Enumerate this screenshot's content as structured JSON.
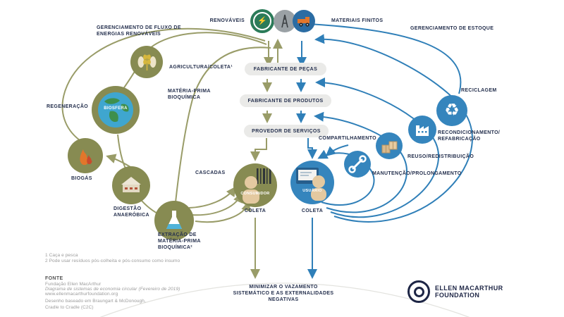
{
  "top": {
    "renewables": "RENOVÁVEIS",
    "finite": "MATERIAIS FINITOS",
    "flow_mgmt": "GERENCIAMENTO DE FLUXO DE ENERGIAS RENOVÁVEIS",
    "stock_mgmt": "GERENCIAMENTO DE ESTOQUE"
  },
  "boxes": {
    "parts": "FABRICANTE DE PEÇAS",
    "products": "FABRICANTE DE PRODUTOS",
    "services": "PROVEDOR DE SERVIÇOS"
  },
  "bio": {
    "agriculture": "AGRICULTURA/COLETA¹",
    "feedstock": "MATÉRIA-PRIMA BIOQUÍMICA",
    "biosphere": "BIOSFERA",
    "regeneration": "REGENERAÇÃO",
    "biogas": "BIOGÁS",
    "digestion": "DIGESTÃO ANAERÓBICA",
    "extraction": "EXTRAÇÃO DE MATÉRIA-PRIMA BIOQUÍMICA²",
    "cascades": "CASCADAS",
    "consumer": "CONSUMIDOR",
    "collection": "COLETA"
  },
  "tech": {
    "user": "USUÁRIO",
    "collection": "COLETA",
    "share": "COMPARTILHAMENTO",
    "maintain": "MANUTENÇÃO/PROLONGAMENTO",
    "reuse": "REUSO/REDISTRIBUIÇÃO",
    "refurbish": "RECONDICIONAMENTO/ REFABRICAÇÃO",
    "recycle": "RECICLAGEM"
  },
  "bottom": {
    "minimise": "MINIMIZAR O VAZAMENTO SISTEMÁTICO E AS EXTERNALIDADES NEGATIVAS"
  },
  "footnotes": {
    "f1": "1 Caça e pesca",
    "f2": "2 Pode usar resíduos pós-colheita e pós-consumo como insumo"
  },
  "source": {
    "heading": "FONTE",
    "org": "Fundação Ellen MacArthur",
    "doc": "Diagrama de sistemas de economia circular (Fevereiro de 2019)",
    "url": "www.ellenmacarthurfoundation.org",
    "credit1": "Desenho baseado em Braungart & McDonough,",
    "credit2": "Cradle to Cradle (C2C)"
  },
  "logo": {
    "name": "ELLEN MACARTHUR",
    "sub": "FOUNDATION"
  },
  "colors": {
    "olive_circle": "#878B52",
    "olive_line": "#999C68",
    "blue_circle": "#3585BD",
    "blue_line": "#2F7FB8",
    "navy_text": "#25304E",
    "box_bg": "#EAEAE8",
    "renewables_green": "#2B7B59",
    "finite_gray": "#9AA1A5",
    "truck_blue": "#2B6CA3",
    "muted_gray": "#9B9B9B"
  }
}
